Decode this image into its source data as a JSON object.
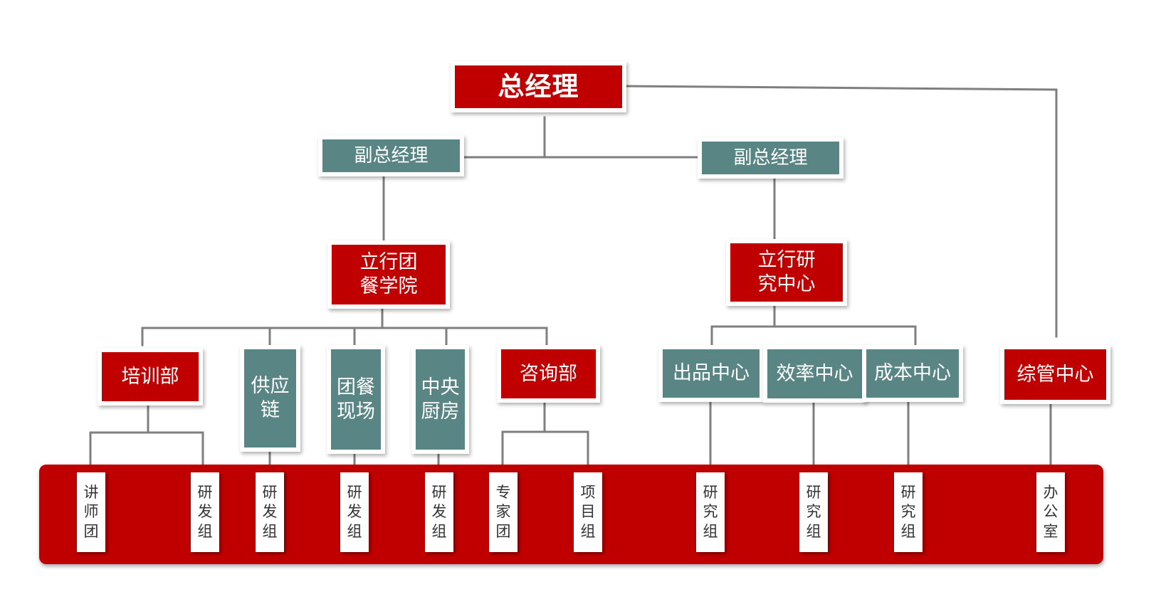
{
  "colors": {
    "red": "#c00000",
    "teal": "#5a8585",
    "line": "#7f7f7f",
    "leaf_bg": "#ffffff"
  },
  "top": {
    "ceo": "总经理"
  },
  "deputies": {
    "left": "副总经理",
    "right": "副总经理"
  },
  "divisions": {
    "academy": "立行团\n餐学院",
    "research": "立行研\n究中心"
  },
  "departments": {
    "training": "培训部",
    "supply": "供应\n链",
    "catering_site": "团餐\n现场",
    "central_kitchen": "中央\n厨房",
    "consulting": "咨询部",
    "output_center": "出品中心",
    "efficiency_center": "效率中心",
    "cost_center": "成本中心",
    "admin_center": "综管中心"
  },
  "groups": {
    "lecturer": "讲\n师\n团",
    "training_rnd": "研\n发\n组",
    "supply_rnd": "研\n发\n组",
    "site_rnd": "研\n发\n组",
    "kitchen_rnd": "研\n发\n组",
    "expert": "专\n家\n团",
    "project": "项\n目\n组",
    "output_research": "研\n究\n组",
    "efficiency_research": "研\n究\n组",
    "cost_research": "研\n究\n组",
    "office": "办\n公\n室"
  }
}
